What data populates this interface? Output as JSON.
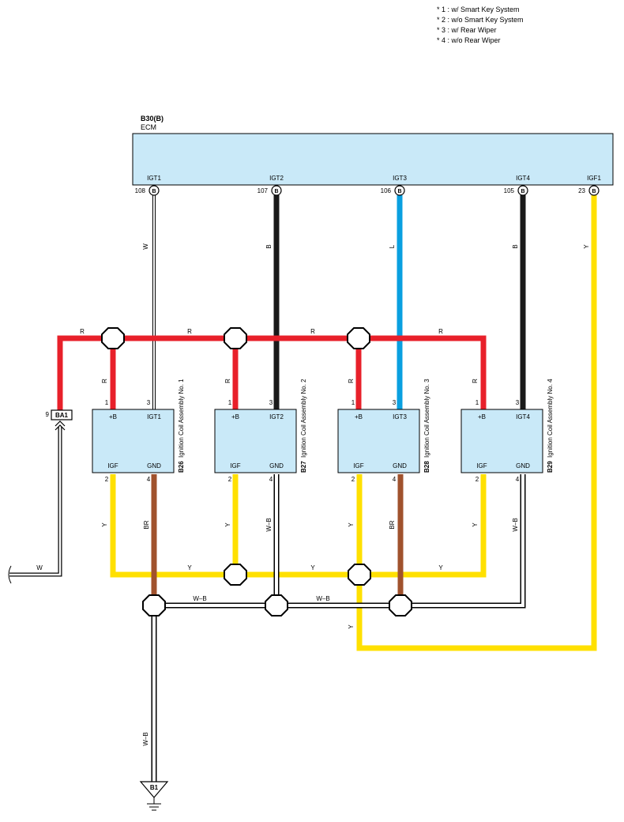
{
  "notes": [
    "* 1 : w/ Smart Key System",
    "* 2 : w/o Smart Key System",
    "* 3 : w/ Rear Wiper",
    "* 4 : w/o Rear Wiper"
  ],
  "ecm": {
    "connector": "B30(B)",
    "name": "ECM",
    "pins": [
      {
        "label": "IGT1",
        "number": "108",
        "conn": "B"
      },
      {
        "label": "IGT2",
        "number": "107",
        "conn": "B"
      },
      {
        "label": "IGT3",
        "number": "106",
        "conn": "B"
      },
      {
        "label": "IGT4",
        "number": "105",
        "conn": "B"
      },
      {
        "label": "IGF1",
        "number": "23",
        "conn": "B"
      }
    ]
  },
  "wire_labels": {
    "w": "W",
    "b": "B",
    "l": "L",
    "y": "Y",
    "r": "R",
    "br": "BR",
    "wb": "W–B"
  },
  "colors": {
    "ecm_fill": "#c9e9f8",
    "coil_fill": "#c9e9f8",
    "red": "#e8202a",
    "black": "#1a1a1a",
    "blue": "#0aa0e0",
    "yellow": "#ffe000",
    "brown": "#a0522d"
  },
  "coils": [
    {
      "code": "B26",
      "name": "Ignition Coil Assembly No. 1",
      "top_left": "+B",
      "top_right": "IGT1",
      "bottom_left": "IGF",
      "bottom_right": "GND",
      "pin_tl": "1",
      "pin_tr": "3",
      "pin_bl": "2",
      "pin_br": "4"
    },
    {
      "code": "B27",
      "name": "Ignition Coil Assembly No. 2",
      "top_left": "+B",
      "top_right": "IGT2",
      "bottom_left": "IGF",
      "bottom_right": "GND",
      "pin_tl": "1",
      "pin_tr": "3",
      "pin_bl": "2",
      "pin_br": "4"
    },
    {
      "code": "B28",
      "name": "Ignition Coil Assembly No. 3",
      "top_left": "+B",
      "top_right": "IGT3",
      "bottom_left": "IGF",
      "bottom_right": "GND",
      "pin_tl": "1",
      "pin_tr": "3",
      "pin_bl": "2",
      "pin_br": "4"
    },
    {
      "code": "B29",
      "name": "Ignition Coil Assembly No. 4",
      "top_left": "+B",
      "top_right": "IGT4",
      "bottom_left": "IGF",
      "bottom_right": "GND",
      "pin_tl": "1",
      "pin_tr": "3",
      "pin_bl": "2",
      "pin_br": "4"
    }
  ],
  "connector_ba1": {
    "pin": "9",
    "name": "BA1"
  },
  "ground": {
    "name": "B1"
  }
}
